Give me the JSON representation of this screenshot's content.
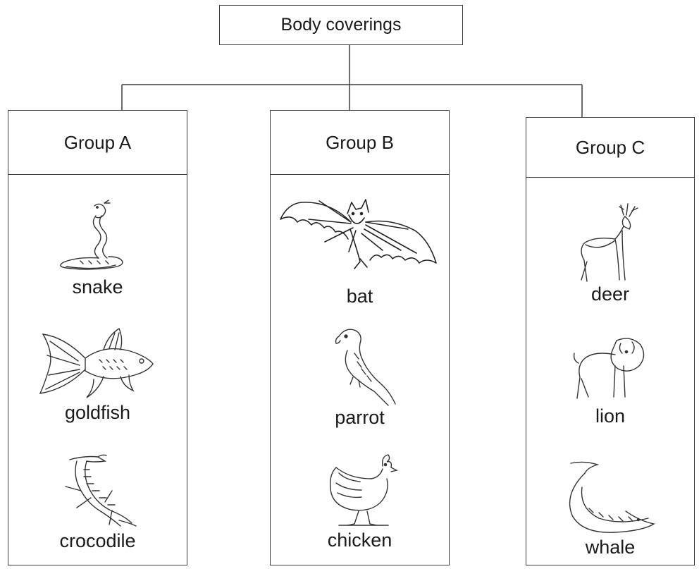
{
  "diagram": {
    "root": {
      "label": "Body coverings"
    },
    "groups": [
      {
        "label": "Group A",
        "animals": [
          {
            "name": "snake",
            "icon": "snake-icon"
          },
          {
            "name": "goldfish",
            "icon": "goldfish-icon"
          },
          {
            "name": "crocodile",
            "icon": "crocodile-icon"
          }
        ]
      },
      {
        "label": "Group B",
        "animals": [
          {
            "name": "bat",
            "icon": "bat-icon"
          },
          {
            "name": "parrot",
            "icon": "parrot-icon"
          },
          {
            "name": "chicken",
            "icon": "chicken-icon"
          }
        ]
      },
      {
        "label": "Group C",
        "animals": [
          {
            "name": "deer",
            "icon": "deer-icon"
          },
          {
            "name": "lion",
            "icon": "lion-icon"
          },
          {
            "name": "whale",
            "icon": "whale-icon"
          }
        ]
      }
    ],
    "colors": {
      "line": "#3a3a3a",
      "ink": "#1a1a1a",
      "background": "#ffffff"
    }
  }
}
